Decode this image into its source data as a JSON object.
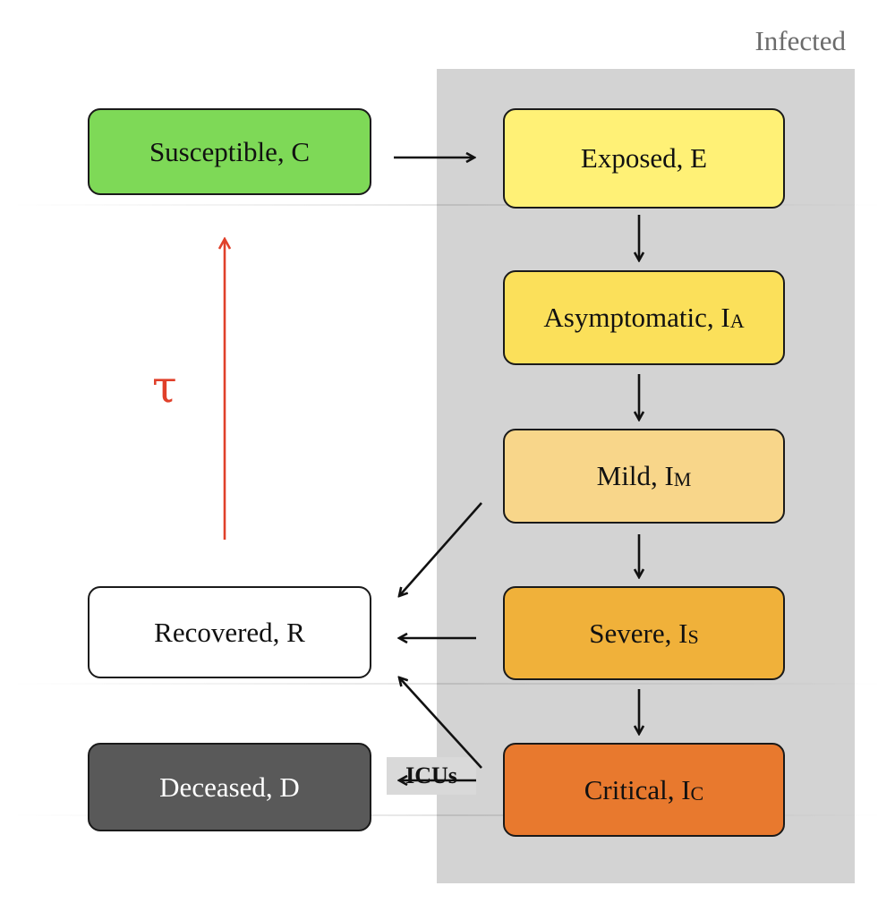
{
  "group": {
    "label": "Infected",
    "fill": "#d3d3d3"
  },
  "nodes": {
    "susceptible": {
      "label": "Susceptible, C",
      "sub": "",
      "fill": "#7ed957"
    },
    "exposed": {
      "label": "Exposed, E",
      "sub": "",
      "fill": "#fff176"
    },
    "asymptomatic": {
      "label": "Asymptomatic, I",
      "sub": "A",
      "fill": "#fbe05a"
    },
    "mild": {
      "label": "Mild, I",
      "sub": "M",
      "fill": "#f8d68a"
    },
    "severe": {
      "label": "Severe, I",
      "sub": "S",
      "fill": "#f0b13a"
    },
    "critical": {
      "label": "Critical, I",
      "sub": "C",
      "fill": "#e8792e"
    },
    "recovered": {
      "label": "Recovered, R",
      "sub": "",
      "fill": "#ffffff"
    },
    "deceased": {
      "label": "Deceased, D",
      "sub": "",
      "fill": "#595959"
    }
  },
  "edge_labels": {
    "tau": "τ",
    "icus": "ICUs"
  },
  "colors": {
    "tau_arrow": "#e0402a",
    "arrow": "#111111",
    "deceased_text": "#ffffff"
  }
}
